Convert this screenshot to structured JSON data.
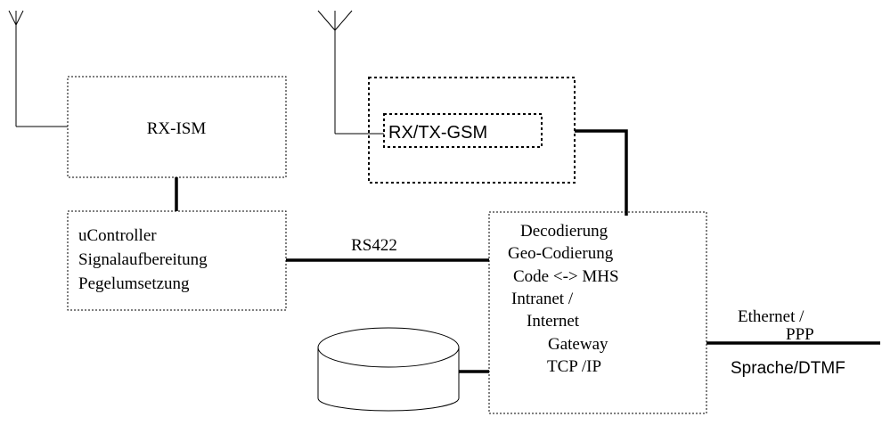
{
  "blocks": {
    "rx_ism": {
      "label": "RX-ISM"
    },
    "rx_tx_gsm": {
      "label": "RX/TX-GSM"
    },
    "controller": {
      "lines": [
        "uController",
        "Signalaufbereitung",
        "Pegelumsetzung"
      ]
    },
    "gateway": {
      "lines": [
        "Decodierung",
        "Geo-Codierung",
        "Code <-> MHS",
        "Intranet /",
        "Internet",
        "Gateway",
        "TCP /IP"
      ]
    }
  },
  "links": {
    "serial_label": "RS422",
    "ethernet_label_line1": "Ethernet /",
    "ethernet_label_line2": "PPP",
    "voice_label": "Sprache/DTMF"
  }
}
